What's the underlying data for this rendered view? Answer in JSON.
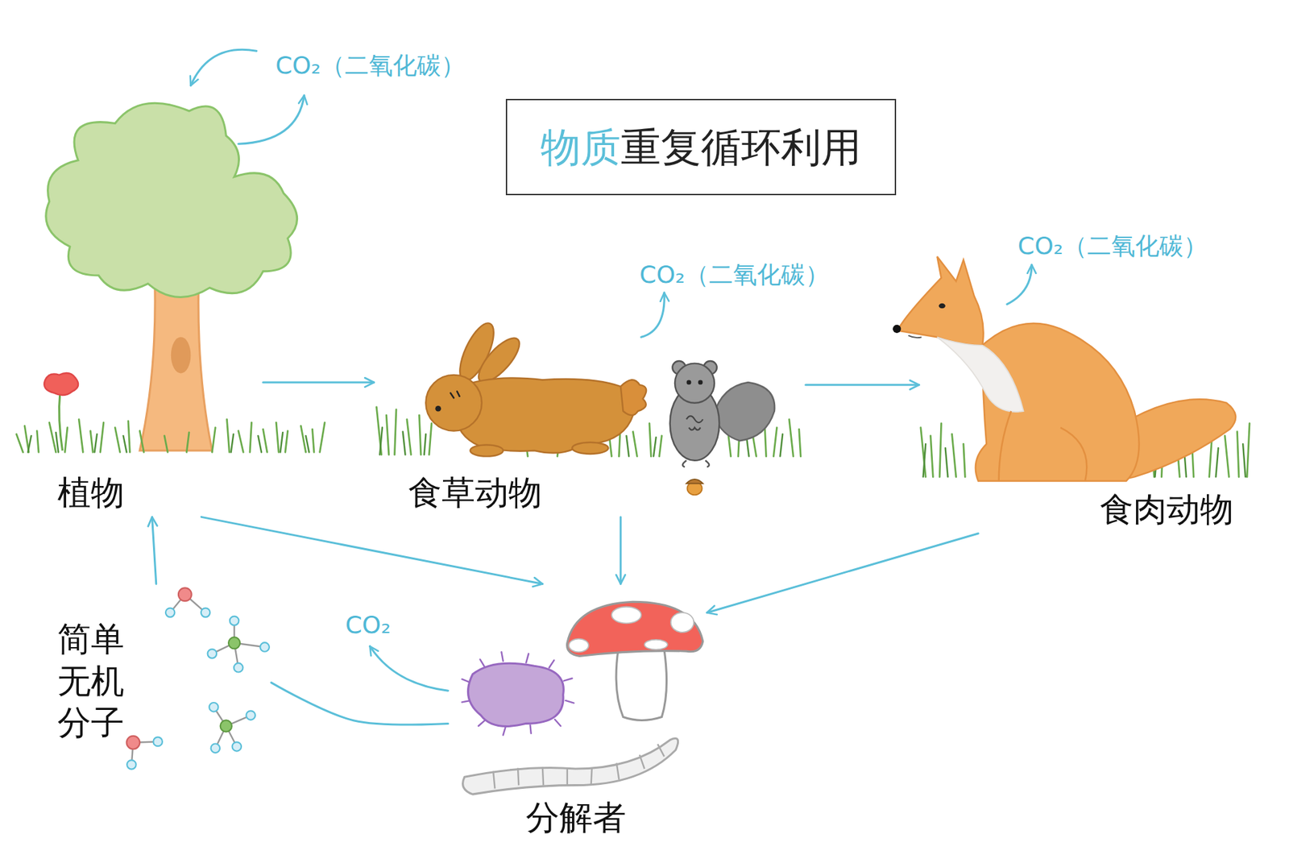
{
  "diagram": {
    "title": "物质重复循环利用",
    "nodes": [
      {
        "text": [
          "植物"
        ]
      },
      {
        "text": [
          "食草动物"
        ]
      },
      {
        "text": [
          "食肉动物"
        ]
      },
      {
        "text": [
          "简单无机分子"
        ]
      },
      {
        "text": [
          "分解者"
        ]
      }
    ],
    "edges": [
      {
        "from": 0,
        "to": 1,
        "arrow": "to"
      },
      {
        "from": 1,
        "to": 2,
        "arrow": "to"
      },
      {
        "from": 0,
        "to": 4,
        "arrow": "to"
      },
      {
        "from": 1,
        "to": 4,
        "arrow": "to"
      },
      {
        "from": 2,
        "to": 4,
        "arrow": "to"
      },
      {
        "from": 4,
        "to": 3,
        "arrow": "none"
      },
      {
        "from": 3,
        "to": 0,
        "arrow": "to"
      }
    ],
    "labels": [
      "CO₂（二氧化碳）",
      "CO₂（二氧化碳）",
      "CO₂（二氧化碳）",
      "CO₂"
    ]
  }
}
